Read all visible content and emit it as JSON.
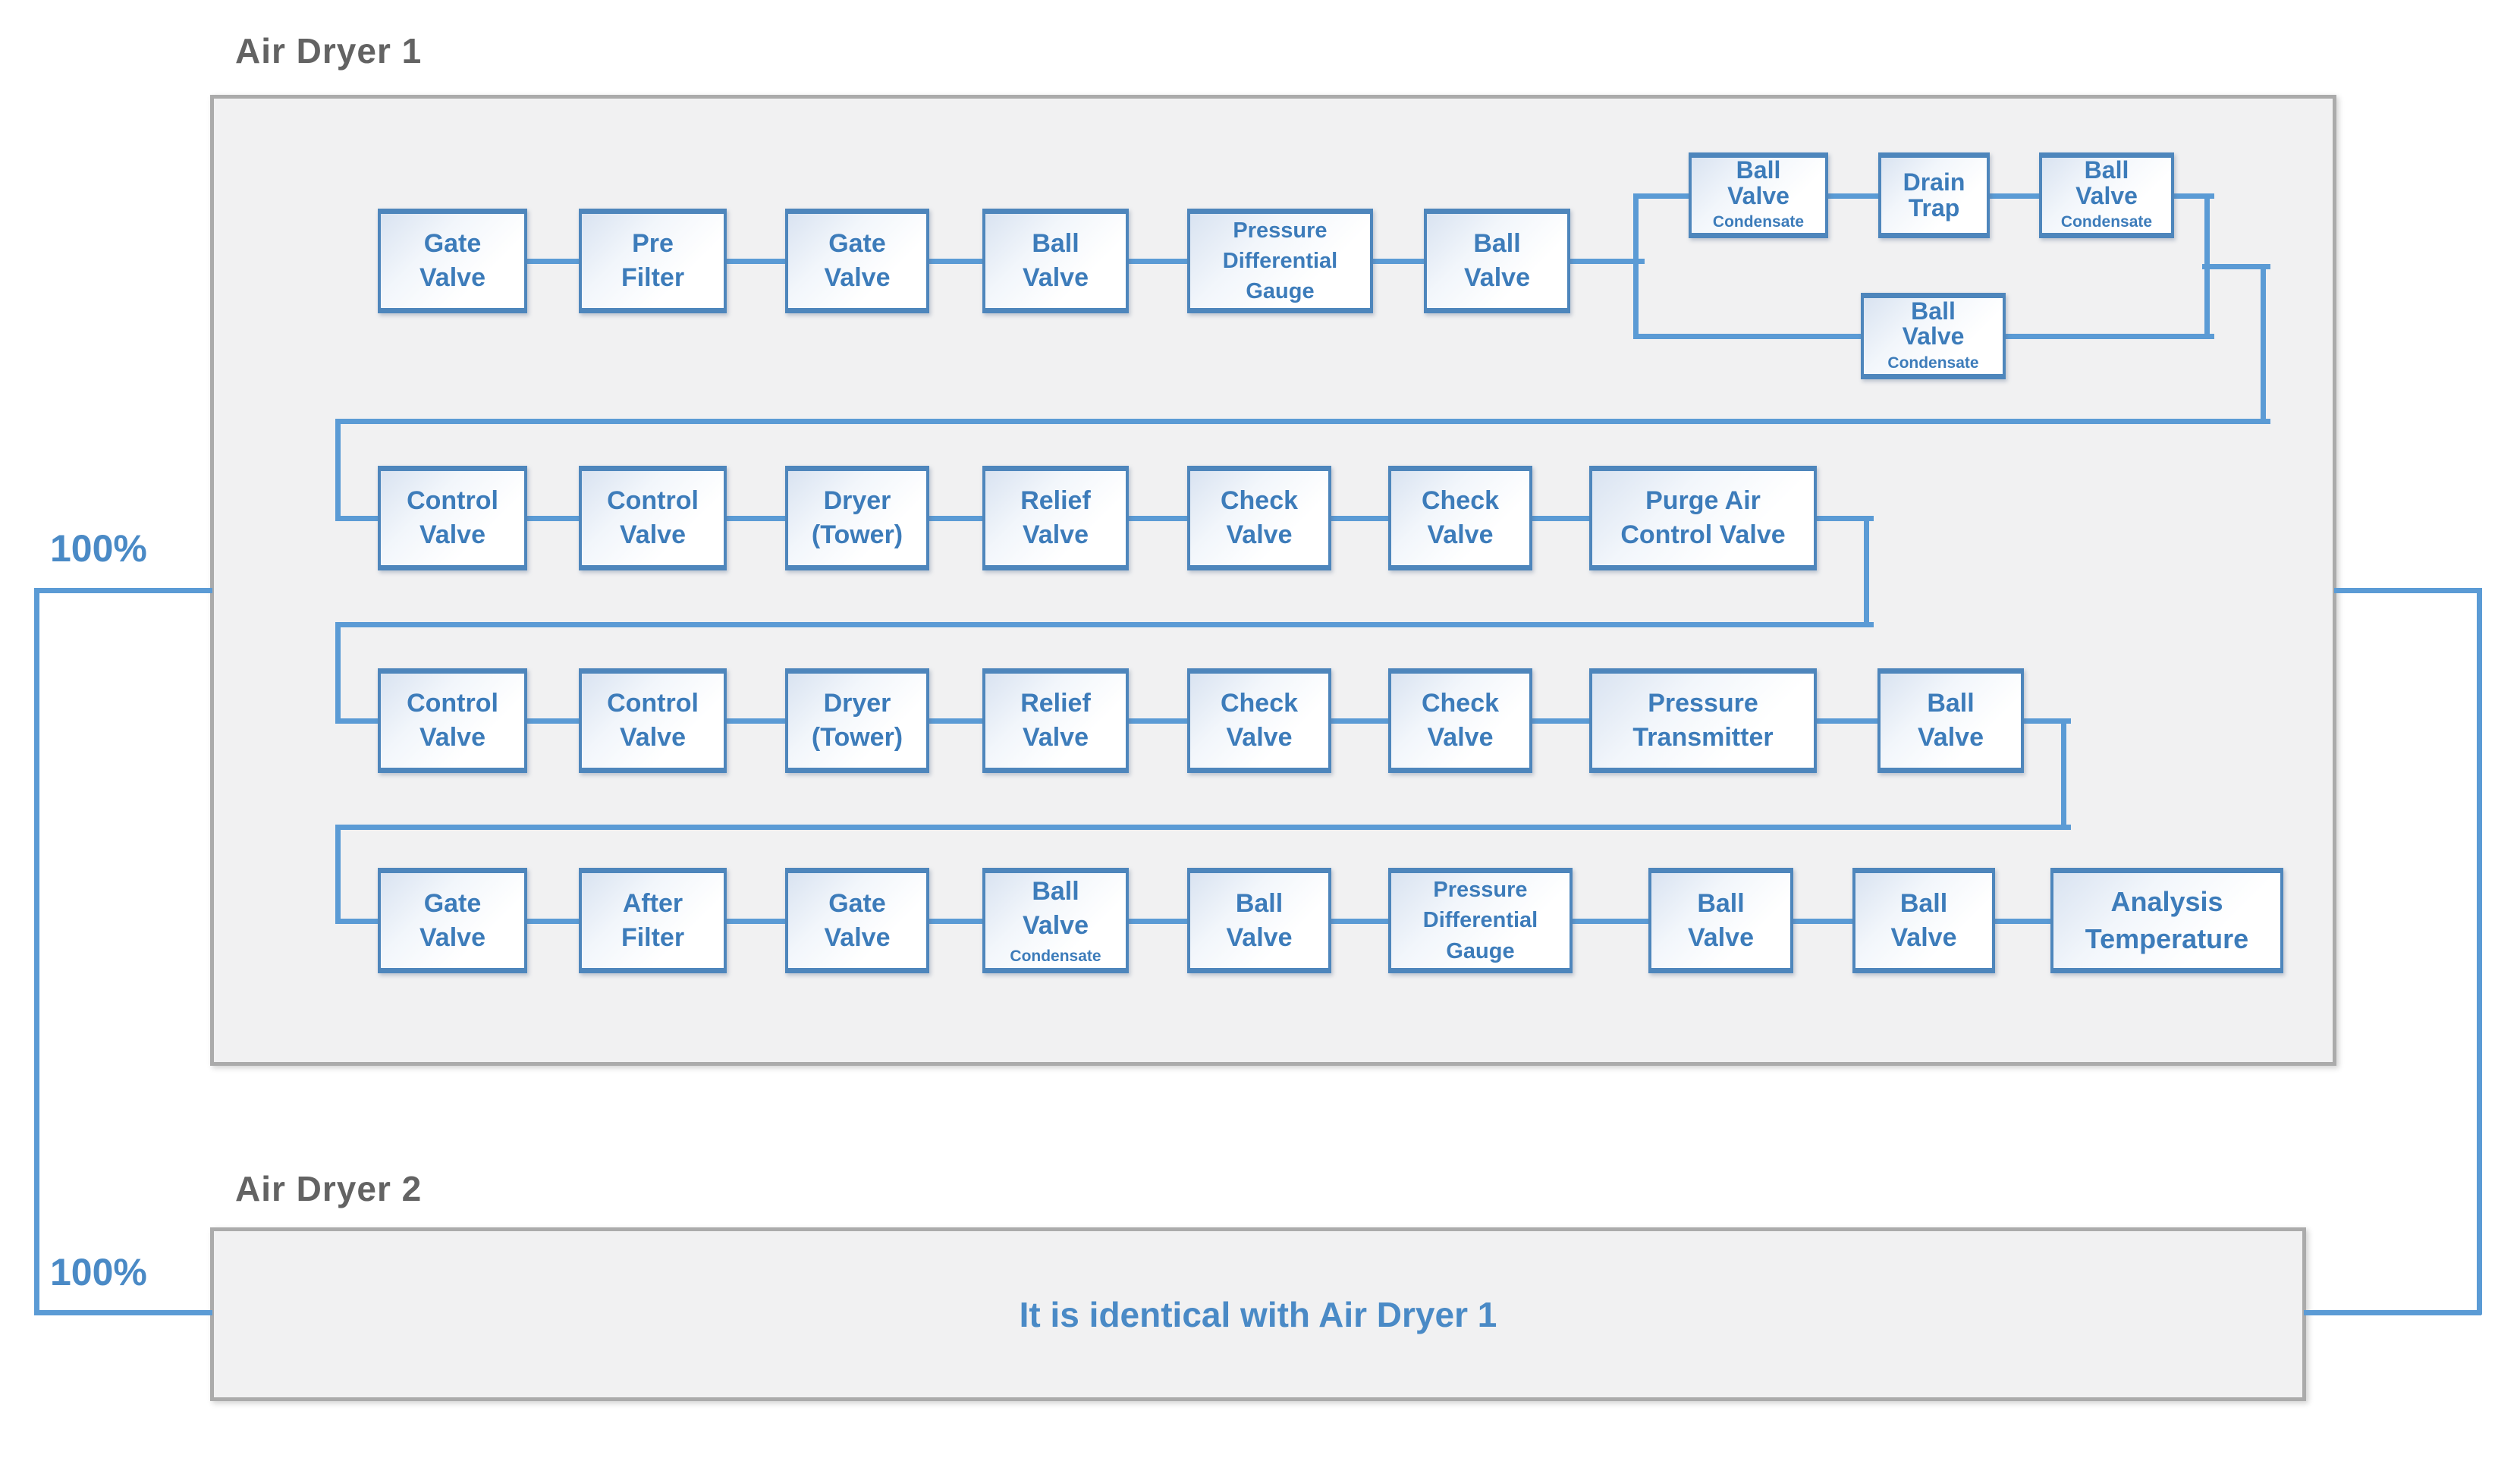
{
  "colors": {
    "line": "#5b9bd5",
    "box_border": "#4e86bc",
    "box_text": "#3d7cba",
    "container_border": "#ababab",
    "container_fill": "#f1f1f2",
    "title_text": "#636363",
    "accent_blue": "#4a8ac6"
  },
  "flow_labels": {
    "top_pct": "100%",
    "bottom_pct": "100%"
  },
  "dryer1": {
    "title": "Air Dryer 1",
    "rows": {
      "row1": [
        {
          "name": "gate-valve",
          "lines": [
            "Gate",
            "Valve"
          ]
        },
        {
          "name": "pre-filter",
          "lines": [
            "Pre",
            "Filter"
          ]
        },
        {
          "name": "gate-valve",
          "lines": [
            "Gate",
            "Valve"
          ]
        },
        {
          "name": "ball-valve",
          "lines": [
            "Ball",
            "Valve"
          ]
        },
        {
          "name": "pressure-differential-gauge",
          "lines": [
            "Pressure",
            "Differential",
            "Gauge"
          ]
        },
        {
          "name": "ball-valve",
          "lines": [
            "Ball",
            "Valve"
          ]
        }
      ],
      "branch_top": [
        {
          "name": "ball-valve-condensate",
          "lines": [
            "Ball",
            "Valve"
          ],
          "sub": "Condensate"
        },
        {
          "name": "drain-trap",
          "lines": [
            "Drain",
            "Trap"
          ]
        },
        {
          "name": "ball-valve-condensate",
          "lines": [
            "Ball",
            "Valve"
          ],
          "sub": "Condensate"
        }
      ],
      "branch_bottom": [
        {
          "name": "ball-valve-condensate",
          "lines": [
            "Ball",
            "Valve"
          ],
          "sub": "Condensate"
        }
      ],
      "row2": [
        {
          "name": "control-valve",
          "lines": [
            "Control",
            "Valve"
          ]
        },
        {
          "name": "control-valve",
          "lines": [
            "Control",
            "Valve"
          ]
        },
        {
          "name": "dryer-tower",
          "lines": [
            "Dryer",
            "(Tower)"
          ]
        },
        {
          "name": "relief-valve",
          "lines": [
            "Relief",
            "Valve"
          ]
        },
        {
          "name": "check-valve",
          "lines": [
            "Check",
            "Valve"
          ]
        },
        {
          "name": "check-valve",
          "lines": [
            "Check",
            "Valve"
          ]
        },
        {
          "name": "purge-air-control-valve",
          "lines": [
            "Purge Air",
            "Control Valve"
          ]
        }
      ],
      "row3": [
        {
          "name": "control-valve",
          "lines": [
            "Control",
            "Valve"
          ]
        },
        {
          "name": "control-valve",
          "lines": [
            "Control",
            "Valve"
          ]
        },
        {
          "name": "dryer-tower",
          "lines": [
            "Dryer",
            "(Tower)"
          ]
        },
        {
          "name": "relief-valve",
          "lines": [
            "Relief",
            "Valve"
          ]
        },
        {
          "name": "check-valve",
          "lines": [
            "Check",
            "Valve"
          ]
        },
        {
          "name": "check-valve",
          "lines": [
            "Check",
            "Valve"
          ]
        },
        {
          "name": "pressure-transmitter",
          "lines": [
            "Pressure",
            "Transmitter"
          ]
        },
        {
          "name": "ball-valve",
          "lines": [
            "Ball",
            "Valve"
          ]
        }
      ],
      "row4": [
        {
          "name": "gate-valve",
          "lines": [
            "Gate",
            "Valve"
          ]
        },
        {
          "name": "after-filter",
          "lines": [
            "After",
            "Filter"
          ]
        },
        {
          "name": "gate-valve",
          "lines": [
            "Gate",
            "Valve"
          ]
        },
        {
          "name": "ball-valve-condensate",
          "lines": [
            "Ball",
            "Valve"
          ],
          "sub": "Condensate"
        },
        {
          "name": "ball-valve",
          "lines": [
            "Ball",
            "Valve"
          ]
        },
        {
          "name": "pressure-differential-gauge",
          "lines": [
            "Pressure",
            "Differential",
            "Gauge"
          ]
        },
        {
          "name": "ball-valve",
          "lines": [
            "Ball",
            "Valve"
          ]
        },
        {
          "name": "ball-valve",
          "lines": [
            "Ball",
            "Valve"
          ]
        },
        {
          "name": "analysis-temperature",
          "lines": [
            "Analysis",
            "Temperature"
          ]
        }
      ]
    }
  },
  "dryer2": {
    "title": "Air Dryer 2",
    "note": "It is identical with Air Dryer 1"
  }
}
